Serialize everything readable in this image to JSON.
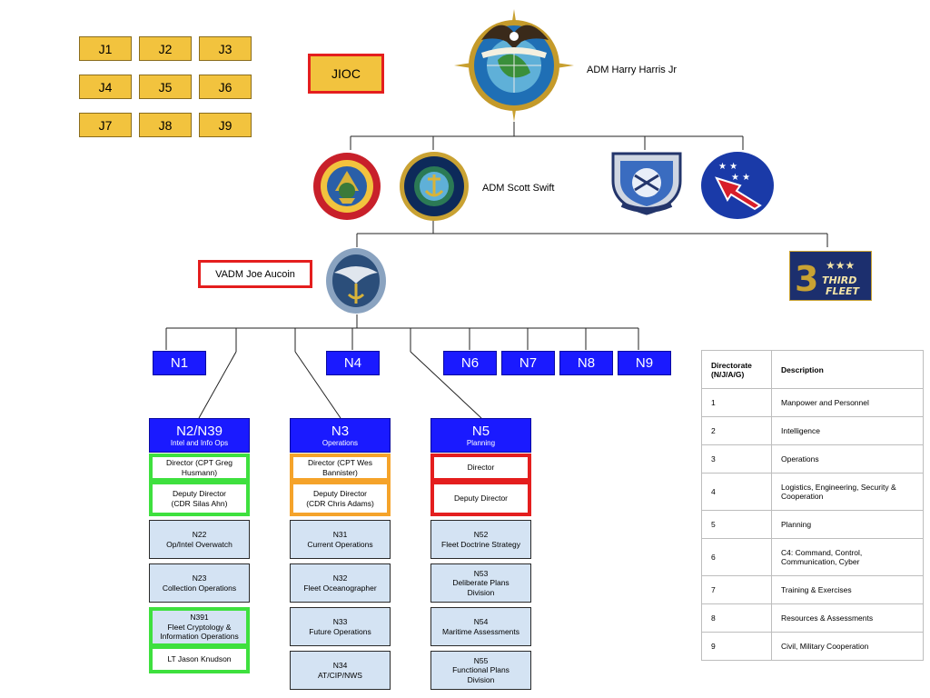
{
  "j_staff": [
    "J1",
    "J2",
    "J3",
    "J4",
    "J5",
    "J6",
    "J7",
    "J8",
    "J9"
  ],
  "jioc": "JIOC",
  "pacom_commander": "ADM Harry Harris Jr",
  "pacflt_commander": "ADM Scott Swift",
  "c7f_commander": "VADM Joe Aucoin",
  "emblems": {
    "pacom": "us-pacific-command-seal",
    "marines": "marine-corps-forces-pacific-seal",
    "pacflt": "us-pacific-fleet-seal",
    "pacaf": "pacific-air-forces-shield",
    "usarpac": "us-army-pacific-patch",
    "seventh_fleet": "seventh-fleet-emblem",
    "third_fleet": "third-fleet-emblem"
  },
  "top_n_codes": {
    "n1": "N1",
    "n4": "N4",
    "n6": "N6",
    "n7": "N7",
    "n8": "N8",
    "n9": "N9"
  },
  "n2": {
    "title": "N2/N39",
    "subtitle": "Intel and Info Ops",
    "director": [
      "Director (CPT Greg",
      "Husmann)"
    ],
    "deputy": [
      "Deputy Director",
      "(CDR Silas Ahn)"
    ],
    "units": [
      [
        "N22",
        "Op/Intel Overwatch"
      ],
      [
        "N23",
        "Collection Operations"
      ],
      [
        "N391",
        "Fleet Cryptology &",
        "Information Operations"
      ]
    ],
    "extra": "LT Jason Knudson"
  },
  "n3": {
    "title": "N3",
    "subtitle": "Operations",
    "director": [
      "Director (CPT Wes",
      "Bannister)"
    ],
    "deputy": [
      "Deputy Director",
      "(CDR Chris Adams)"
    ],
    "units": [
      [
        "N31",
        "Current Operations"
      ],
      [
        "N32",
        "Fleet Oceanographer"
      ],
      [
        "N33",
        "Future Operations"
      ],
      [
        "N34",
        "AT/CIP/NWS"
      ]
    ]
  },
  "n5": {
    "title": "N5",
    "subtitle": "Planning",
    "director": [
      "Director"
    ],
    "deputy": [
      "Deputy Director"
    ],
    "units": [
      [
        "N52",
        "Fleet Doctrine Strategy"
      ],
      [
        "N53",
        "Deliberate Plans",
        "Division"
      ],
      [
        "N54",
        "Maritime Assessments"
      ],
      [
        "N55",
        "Functional Plans",
        "Division"
      ]
    ]
  },
  "directorate_table": {
    "headers": [
      "Directorate (N/J/A/G)",
      "Description"
    ],
    "rows": [
      [
        "1",
        "Manpower and Personnel"
      ],
      [
        "2",
        "Intelligence"
      ],
      [
        "3",
        "Operations"
      ],
      [
        "4",
        "Logistics, Engineering, Security & Cooperation"
      ],
      [
        "5",
        "Planning"
      ],
      [
        "6",
        "C4: Command, Control, Communication, Cyber"
      ],
      [
        "7",
        "Training & Exercises"
      ],
      [
        "8",
        "Resources & Assessments"
      ],
      [
        "9",
        "Civil, Military Cooperation"
      ]
    ]
  }
}
